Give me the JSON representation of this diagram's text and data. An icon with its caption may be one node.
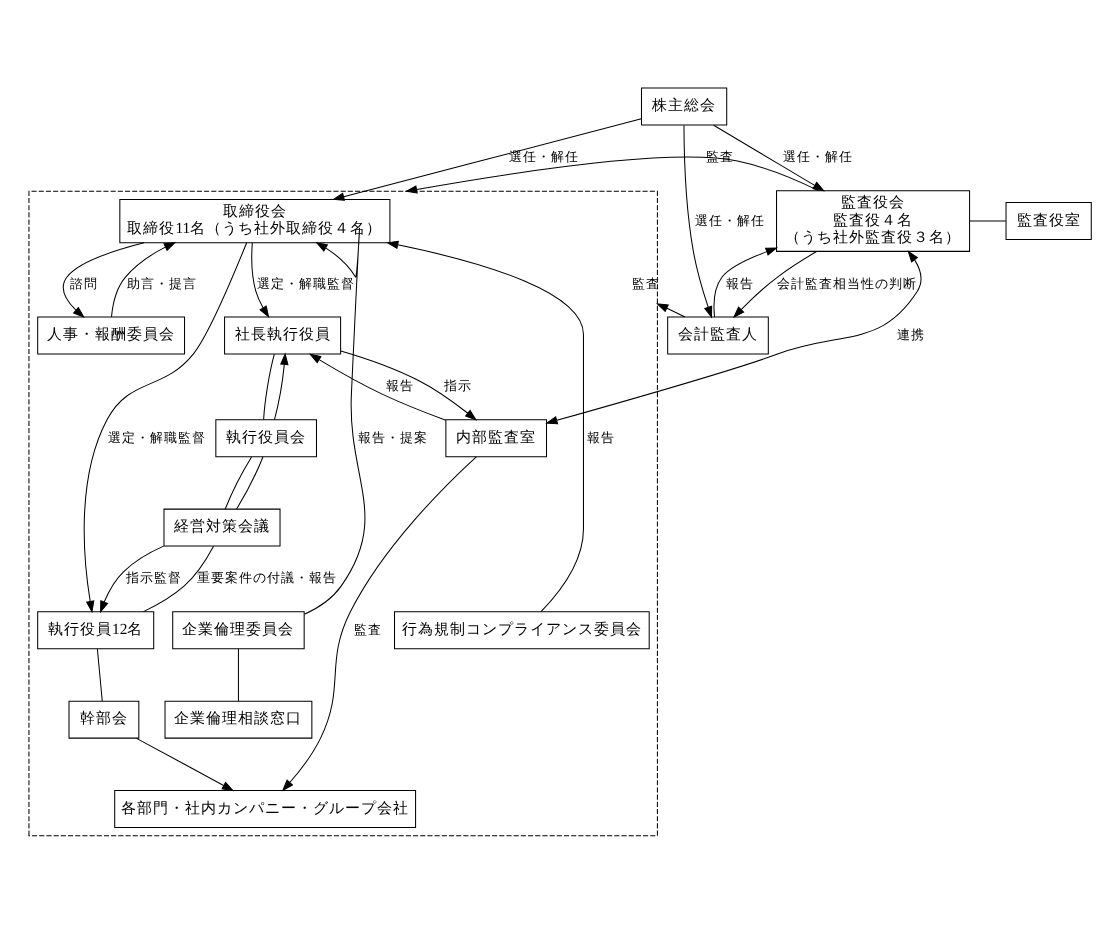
{
  "diagram": {
    "nodes": [
      {
        "text": [
          "株主総会"
        ]
      },
      {
        "text": [],
        "shape": "box"
      },
      {
        "text": [
          "取締役会",
          "取締役11名（うち社外取締役４名）"
        ],
        "in": 1
      },
      {
        "text": [
          "人事・報酬委員会"
        ],
        "in": 1
      },
      {
        "text": [
          "社長執行役員"
        ],
        "in": 1
      },
      {
        "text": [
          "執行役員会"
        ],
        "in": 1
      },
      {
        "text": [
          "経営対策会議"
        ],
        "in": 1
      },
      {
        "text": [
          "内部監査室"
        ],
        "in": 1
      },
      {
        "text": [
          "執行役員12名"
        ],
        "in": 1
      },
      {
        "text": [
          "企業倫理委員会"
        ],
        "in": 1
      },
      {
        "text": [
          "行為規制コンプライアンス委員会"
        ],
        "in": 1
      },
      {
        "text": [
          "企業倫理相談窓口"
        ],
        "in": 1
      },
      {
        "text": [
          "幹部会"
        ],
        "in": 1
      },
      {
        "text": [
          "各部門・社内カンパニー・グループ会社"
        ],
        "in": 1
      },
      {
        "text": [
          "監査役会",
          "監査役４名",
          "（うち社外監査役３名）"
        ]
      },
      {
        "text": [
          "監査役室"
        ]
      },
      {
        "text": [
          "会計監査人"
        ]
      }
    ],
    "edges": [
      {
        "from": 0,
        "to": 2,
        "arrow": "to",
        "label": "選任・解任"
      },
      {
        "from": 0,
        "to": 14,
        "arrow": "to",
        "label": "選任・解任"
      },
      {
        "from": 0,
        "to": 16,
        "arrow": "to",
        "label": "選任・解任"
      },
      {
        "from": 14,
        "to": 1,
        "arrow": "to",
        "label": "監査"
      },
      {
        "from": 2,
        "to": 8,
        "arrow": "to",
        "label": "選定・解職監督"
      },
      {
        "from": 2,
        "to": 4,
        "arrow": "to",
        "label": "選定・解職監督"
      },
      {
        "from": 2,
        "to": 3,
        "arrow": "to",
        "label": "諮問"
      },
      {
        "from": 3,
        "to": 2,
        "arrow": "to",
        "label": "助言・提言"
      },
      {
        "from": 9,
        "to": 2,
        "arrow": "to",
        "label": "報告・提案"
      },
      {
        "from": 10,
        "to": 2,
        "arrow": "to",
        "label": "報告"
      },
      {
        "from": 14,
        "to": 15,
        "arrow": "none"
      },
      {
        "from": 14,
        "to": 7,
        "arrow": "both",
        "label": "連携"
      },
      {
        "from": 14,
        "to": 16,
        "arrow": "to",
        "label": "会計監査相当性の判断"
      },
      {
        "from": 16,
        "to": 14,
        "arrow": "to",
        "label": "報告"
      },
      {
        "from": 16,
        "to": 1,
        "arrow": "to",
        "label": "監査"
      },
      {
        "from": 4,
        "to": 5,
        "arrow": "none"
      },
      {
        "from": 5,
        "to": 4,
        "arrow": "to"
      },
      {
        "from": 7,
        "to": 4,
        "arrow": "to",
        "label": "報告"
      },
      {
        "from": 4,
        "to": 7,
        "arrow": "to",
        "label": "指示"
      },
      {
        "from": 5,
        "to": 6,
        "arrow": "none"
      },
      {
        "from": 6,
        "to": 5,
        "arrow": "none"
      },
      {
        "from": 6,
        "to": 8,
        "arrow": "to",
        "label": "指示監督"
      },
      {
        "from": 8,
        "to": 6,
        "arrow": "none",
        "label": "重要案件の付議・報告"
      },
      {
        "from": 7,
        "to": 13,
        "arrow": "to",
        "label": "監査"
      },
      {
        "from": 9,
        "to": 11,
        "arrow": "none"
      },
      {
        "from": 8,
        "to": 12,
        "arrow": "none"
      },
      {
        "from": 12,
        "to": 13,
        "arrow": "to"
      }
    ]
  }
}
